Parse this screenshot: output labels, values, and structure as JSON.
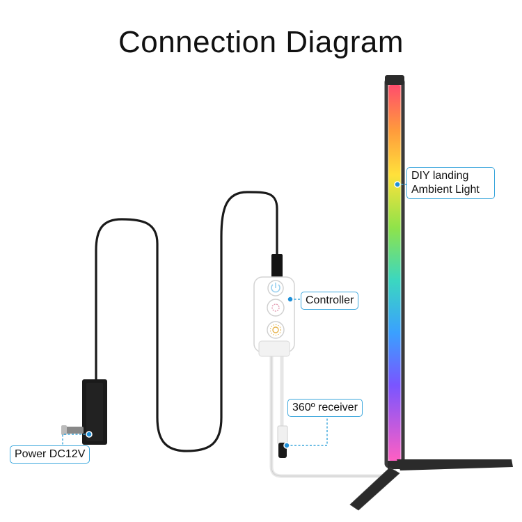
{
  "title": "Connection Diagram",
  "labels": {
    "light_line1": "DIY  landing",
    "light_line2": "Ambient Light",
    "controller": "Controller",
    "receiver": "360º receiver",
    "power": "Power DC12V"
  },
  "colors": {
    "callout_border": "#3aa6dc",
    "callout_dot": "#1e8fd8",
    "cable": "#1a1a1a",
    "white_cable": "#eeeeee",
    "stand": "#2b2b2b"
  }
}
